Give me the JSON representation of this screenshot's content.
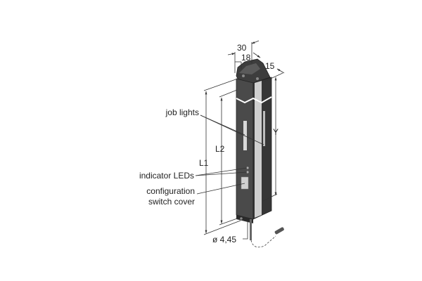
{
  "dimensions": {
    "width_total": "30",
    "width_inner": "18",
    "depth": "15",
    "length_l1": "L1",
    "length_l2": "L2",
    "length_y": "Y",
    "cable_diameter": "ø 4,45"
  },
  "callouts": {
    "job_lights": "job lights",
    "indicator_leds": "indicator LEDs",
    "config_line1": "configuration",
    "config_line2": "switch cover"
  },
  "colors": {
    "body_dark": "#4a4a4a",
    "body_side": "#3a3a3a",
    "stripe": "#cfcfcf"
  }
}
